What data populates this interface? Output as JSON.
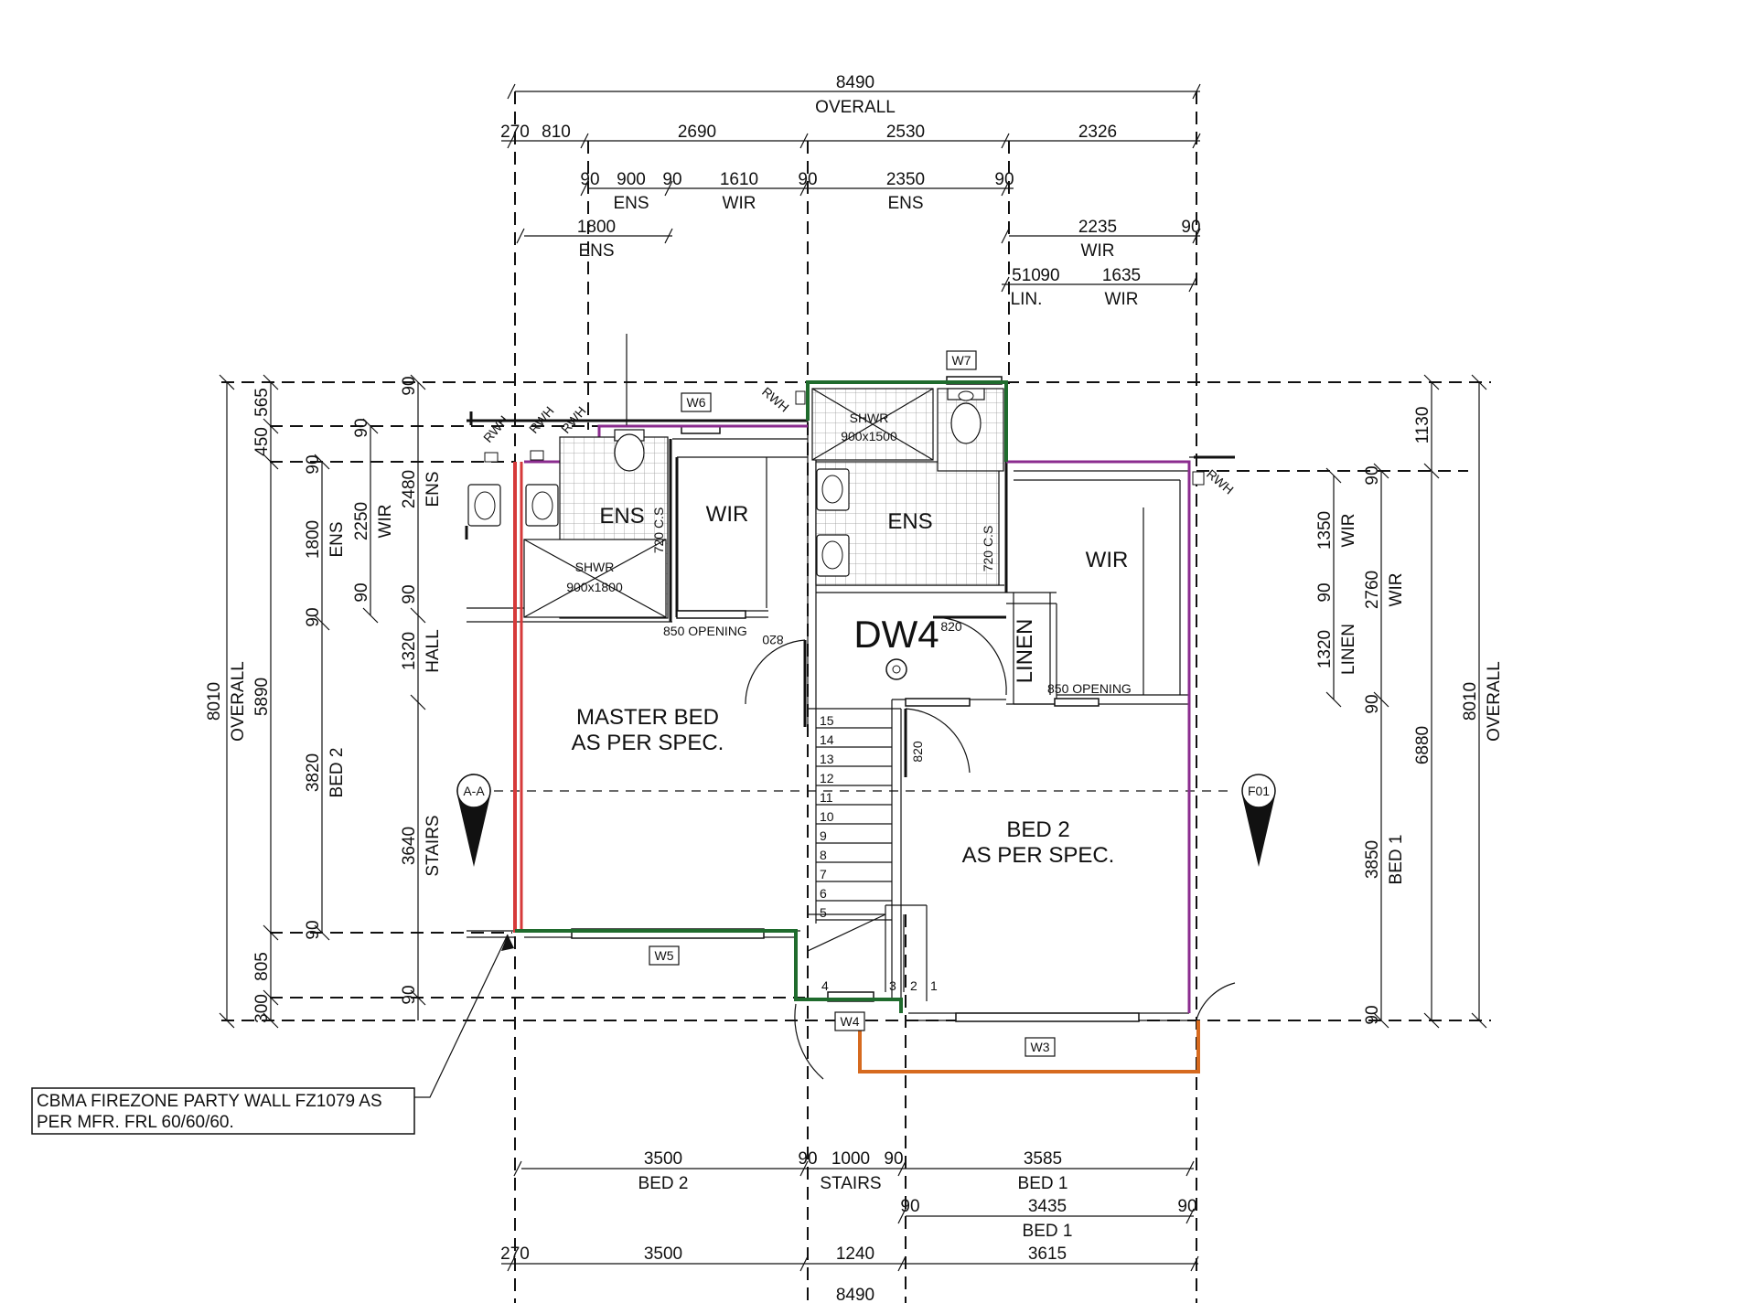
{
  "top_dims": {
    "overall_value": "8490",
    "overall_label": "OVERALL",
    "row1": [
      "270",
      "810",
      "2690",
      "2530",
      "2326"
    ],
    "row2": [
      "90",
      "900",
      "90",
      "1610",
      "90",
      "2350",
      "90"
    ],
    "row2_labels": [
      "ENS",
      "WIR",
      "ENS"
    ],
    "row3_value": "1800",
    "row3_label": "ENS",
    "row3_right_value": "2235",
    "row3_right_label": "WIR",
    "row3_right_90": "90",
    "row4": [
      "510",
      "90",
      "1635"
    ],
    "row4_labels": [
      "LIN.",
      "WIR"
    ]
  },
  "left_dims": {
    "overall_value": "8010",
    "overall_label": "OVERALL",
    "col1_top": [
      "450",
      "565"
    ],
    "col1_mid": "5890",
    "col1_bot": [
      "805",
      "300"
    ],
    "col2": [
      "90",
      "1800",
      "ENS",
      "90",
      "3820",
      "BED 2",
      "90"
    ],
    "col3": [
      "90",
      "2250",
      "WIR",
      "90"
    ],
    "col4": [
      "90",
      "2480",
      "ENS",
      "90",
      "1320",
      "HALL",
      "3640",
      "STAIRS",
      "90"
    ]
  },
  "right_dims": {
    "overall_value": "8010",
    "overall_label": "OVERALL",
    "col1": [
      "1130",
      "6880"
    ],
    "col2": [
      "90",
      "2760",
      "WIR",
      "90",
      "3850",
      "BED 1",
      "90"
    ],
    "col3": [
      "1350",
      "WIR",
      "90",
      "1320",
      "LINEN"
    ]
  },
  "bottom_dims": {
    "row1": [
      "3500",
      "90",
      "1000",
      "90",
      "3585"
    ],
    "row1_labels": [
      "BED 2",
      "STAIRS",
      "BED 1"
    ],
    "row2": [
      "90",
      "3435",
      "90"
    ],
    "row2_label": "BED 1",
    "row3": [
      "270",
      "3500",
      "1240",
      "3615"
    ],
    "overall_value": "8490"
  },
  "rooms": {
    "ens_left": "ENS",
    "wir_left": "WIR",
    "shwr_left": "SHWR",
    "shwr_left_size": "900x1800",
    "cs_left": "720 C.S",
    "opening_left": "850 OPENING",
    "door_left": "820",
    "master_bed": "MASTER BED",
    "master_bed_spec": "AS PER SPEC.",
    "shwr_mid": "SHWR",
    "shwr_mid_size": "900x1500",
    "ens_mid": "ENS",
    "cs_mid": "720 C.S",
    "wir_right": "WIR",
    "dw4": "DW4",
    "door_dw4": "820",
    "linen": "LINEN",
    "opening_right": "850 OPENING",
    "door_bed2": "820",
    "bed2": "BED 2",
    "bed2_spec": "AS PER SPEC.",
    "section_left": "A-A",
    "section_right": "F01",
    "rwh": "RWH"
  },
  "stairs": [
    "15",
    "14",
    "13",
    "12",
    "11",
    "10",
    "9",
    "8",
    "7",
    "6",
    "5",
    "4",
    "3",
    "2",
    "1"
  ],
  "windows": {
    "w3": "W3",
    "w4": "W4",
    "w5": "W5",
    "w6": "W6",
    "w7": "W7"
  },
  "note": {
    "line1": "CBMA FIREZONE PARTY WALL FZ1079 AS",
    "line2": "PER MFR. FRL 60/60/60."
  },
  "colors": {
    "party_wall": "#d63a3a",
    "purple": "#8b2c8f",
    "green": "#1f6b2d",
    "orange": "#d66a1f",
    "line": "#111111"
  }
}
